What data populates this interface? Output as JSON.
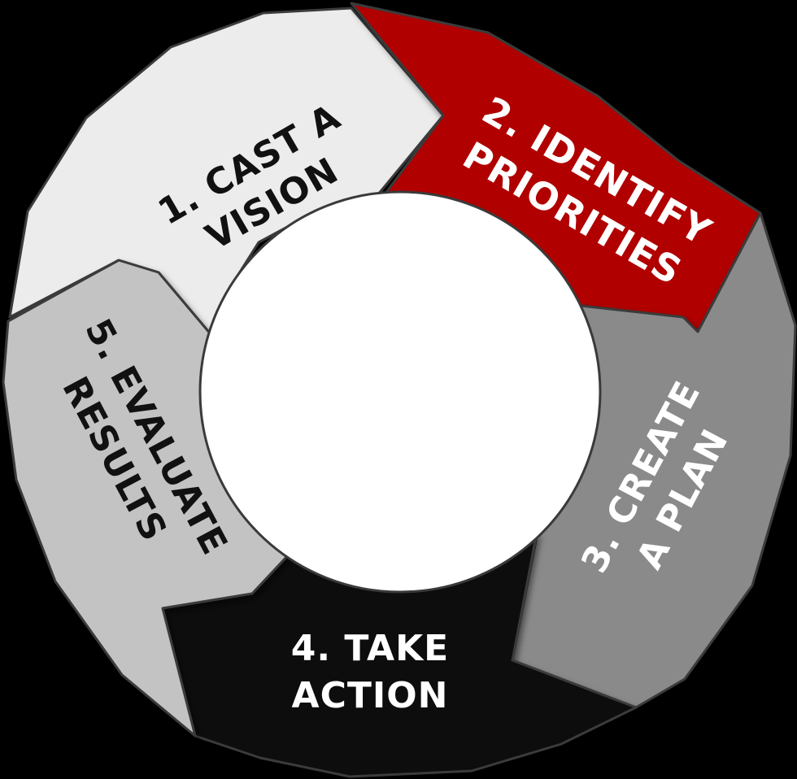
{
  "colors": {
    "background": "#000000",
    "center": "#ffffff",
    "outline": "#3a3a3a"
  },
  "segments": [
    {
      "id": "cast-vision",
      "line1": "1. CAST A",
      "line2": "VISION",
      "fill": "#ececec",
      "text_color": "#111111"
    },
    {
      "id": "identify-priorities",
      "line1": "2. IDENTIFY",
      "line2": "PRIORITIES",
      "fill": "#b00000",
      "text_color": "#ffffff"
    },
    {
      "id": "create-plan",
      "line1": "3. CREATE",
      "line2": "A PLAN",
      "fill": "#8a8a8a",
      "text_color": "#ffffff"
    },
    {
      "id": "take-action",
      "line1": "4. TAKE",
      "line2": "ACTION",
      "fill": "#080808",
      "text_color": "#ffffff"
    },
    {
      "id": "evaluate-results",
      "line1": "5. EVALUATE",
      "line2": "RESULTS",
      "fill": "#c3c3c3",
      "text_color": "#111111"
    }
  ]
}
